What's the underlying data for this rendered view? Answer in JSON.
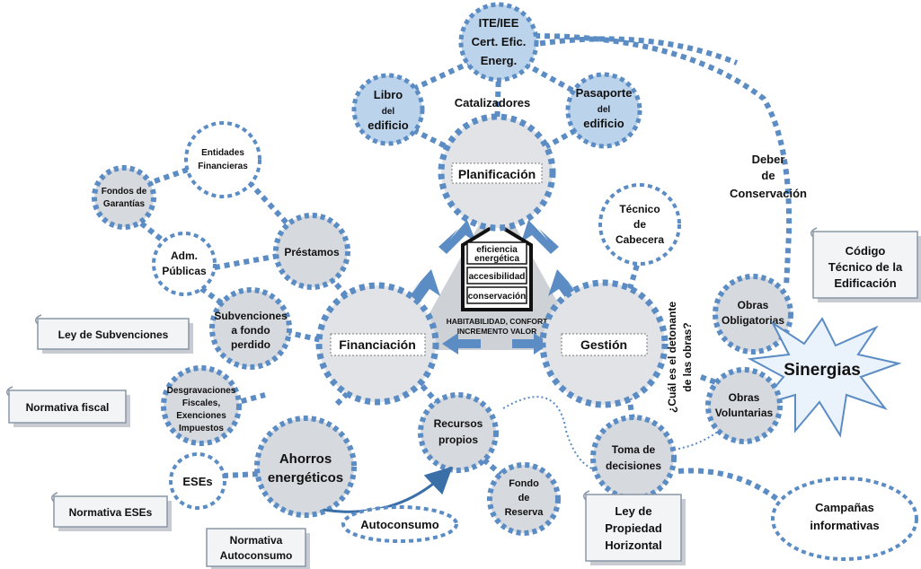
{
  "center": {
    "planificacion": "Planificación",
    "financiacion": "Financiación",
    "gestion": "Gestión",
    "house_lines": [
      "eficiencia",
      "energética",
      "accesibilidad",
      "conservación"
    ],
    "outcome_line1": "HABITABILIDAD, CONFORT",
    "outcome_line2": "INCREMENTO VALOR"
  },
  "catalizadores": "Catalizadores",
  "ite": [
    "ITE/IEE",
    "Cert. Efic.",
    "Energ."
  ],
  "libro": [
    "Libro",
    "del",
    "edificio"
  ],
  "pasaporte": [
    "Pasaporte",
    "del",
    "edificio"
  ],
  "deber": [
    "Deber",
    "de",
    "Conservación"
  ],
  "tecnico": [
    "Técnico",
    "de",
    "Cabecera"
  ],
  "codigo": [
    "Código",
    "Técnico de la",
    "Edificación"
  ],
  "obras_obl": [
    "Obras",
    "Obligatorias"
  ],
  "obras_vol": [
    "Obras",
    "Voluntarias"
  ],
  "sinergias": "Sinergias",
  "question": [
    "¿Cuál es el detonante",
    "de las obras?"
  ],
  "toma": [
    "Toma de",
    "decisiones"
  ],
  "campanas": [
    "Campañas",
    "informativas"
  ],
  "ley_ph": [
    "Ley de",
    "Propiedad",
    "Horizontal"
  ],
  "fondo": [
    "Fondo",
    "de",
    "Reserva"
  ],
  "recursos": [
    "Recursos",
    "propios"
  ],
  "ahorros": [
    "Ahorros",
    "energéticos"
  ],
  "autoconsumo": "Autoconsumo",
  "norm_autoconsumo": [
    "Normativa",
    "Autoconsumo"
  ],
  "eses": "ESEs",
  "norm_eses": "Normativa ESEs",
  "desgrav": [
    "Desgravaciones",
    "Fiscales,",
    "Exenciones",
    "Impuestos"
  ],
  "norm_fiscal": "Normativa fiscal",
  "subvenciones": [
    "Subvenciones",
    "a fondo",
    "perdido"
  ],
  "ley_subv": "Ley de Subvenciones",
  "adm": [
    "Adm.",
    "Públicas"
  ],
  "prestamos": "Préstamos",
  "fondos_gar": [
    "Fondos de",
    "Garantías"
  ],
  "entidades": [
    "Entidades",
    "Financieras"
  ]
}
